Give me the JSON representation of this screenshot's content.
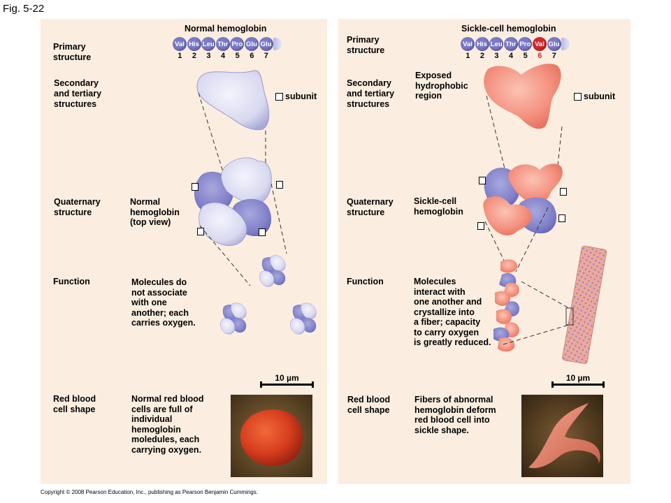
{
  "figure_label": "Fig. 5-22",
  "copyright": "Copyright © 2008 Pearson Education, Inc., publishing as Pearson Benjamin Cummings.",
  "left": {
    "title": "Normal hemoglobin",
    "chain": [
      "Val",
      "His",
      "Leu",
      "Thr",
      "Pro",
      "Glu",
      "Glu"
    ],
    "numbers": [
      "1",
      "2",
      "3",
      "4",
      "5",
      "6",
      "7"
    ],
    "row_labels": {
      "primary": "Primary\nstructure",
      "secondary": "Secondary\nand tertiary\nstructures",
      "quaternary": "Quaternary\nstructure",
      "function": "Function",
      "rbc": "Red blood\ncell shape"
    },
    "subunit": "subunit",
    "quaternary_desc": "Normal\nhemoglobin\n(top view)",
    "function_desc": "Molecules do\nnot associate\nwith one\nanother; each\ncarries oxygen.",
    "scale": "10 µm",
    "rbc_desc": "Normal red blood\ncells are full of\nindividual\nhemoglobin\nmoledules, each\ncarrying oxygen."
  },
  "right": {
    "title": "Sickle-cell hemoglobin",
    "chain": [
      "Val",
      "His",
      "Leu",
      "Thr",
      "Pro",
      "Val",
      "Glu"
    ],
    "mutant_index": 5,
    "numbers": [
      "1",
      "2",
      "3",
      "4",
      "5",
      "6",
      "7"
    ],
    "row_labels": {
      "primary": "Primary\nstructure",
      "secondary": "Secondary\nand tertiary\nstructures",
      "quaternary": "Quaternary\nstructure",
      "function": "Function",
      "rbc": "Red blood\ncell shape"
    },
    "exposed": "Exposed\nhydrophobic\nregion",
    "subunit": "subunit",
    "quaternary_desc": "Sickle-cell\nhemoglobin",
    "function_desc": "Molecules\ninteract with\none another and\ncrystallize into\na fiber; capacity\nto carry oxygen\nis greatly reduced.",
    "scale": "10 µm",
    "rbc_desc": "Fibers of abnormal\nhemoglobin deform\nred blood cell into\nsickle shape."
  },
  "colors": {
    "panel": "#fbeee0",
    "amino_acid": "#7a7ac8",
    "mutant": "#d8262c",
    "normal_protein": "#dcdcf2",
    "sickle_protein": "#f4917f"
  }
}
